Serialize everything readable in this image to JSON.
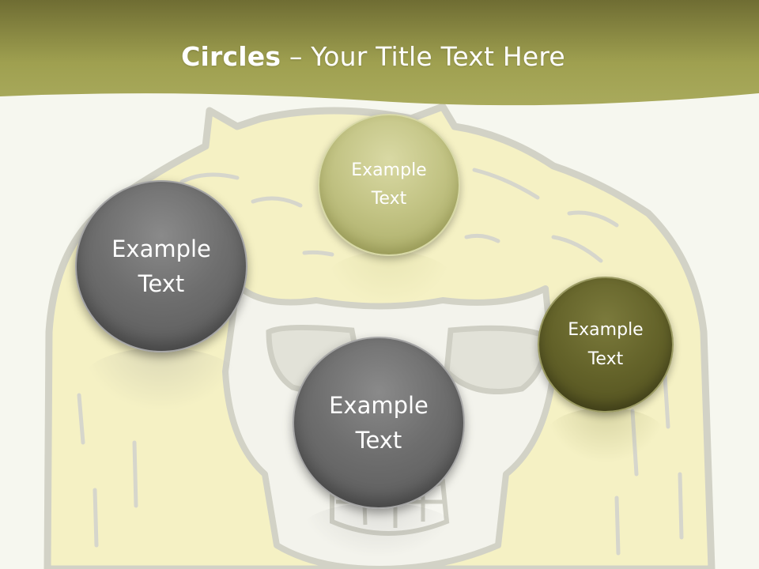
{
  "slide": {
    "title_bold": "Circles",
    "title_rest": " – Your Title Text Here"
  },
  "circles": [
    {
      "line1": "Example",
      "line2": "Text",
      "color": "#c3c485"
    },
    {
      "line1": "Example",
      "line2": "Text",
      "color": "#6e6e6e"
    },
    {
      "line1": "Example",
      "line2": "Text",
      "color": "#6e6e6e"
    },
    {
      "line1": "Example",
      "line2": "Text",
      "color": "#636229"
    }
  ],
  "theme": {
    "header_color": "#9fa050",
    "background": "#f6f7ef",
    "illustration_fill": "#f5f1c4",
    "illustration_stroke": "#d6d6cc"
  },
  "icons": [
    "skull-illustration"
  ]
}
